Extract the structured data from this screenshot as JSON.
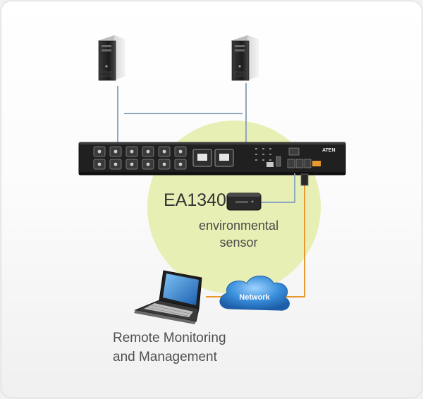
{
  "diagram": {
    "device_model": "EA1340",
    "device_brand": "ATEN",
    "sensor_label_line1": "environmental",
    "sensor_label_line2": "sensor",
    "network_label": "Network",
    "remote_label_line1": "Remote Monitoring",
    "remote_label_line2": "and Management",
    "colors": {
      "highlight_circle": "#e8efb4",
      "server_link": "#8da7bf",
      "network_link": "#e8982c",
      "cloud": "#2f86d1",
      "pdu_body": "#202020"
    },
    "icons": [
      "server-icon",
      "server-icon",
      "pdu-icon",
      "sensor-icon",
      "laptop-icon",
      "cloud-icon"
    ]
  }
}
